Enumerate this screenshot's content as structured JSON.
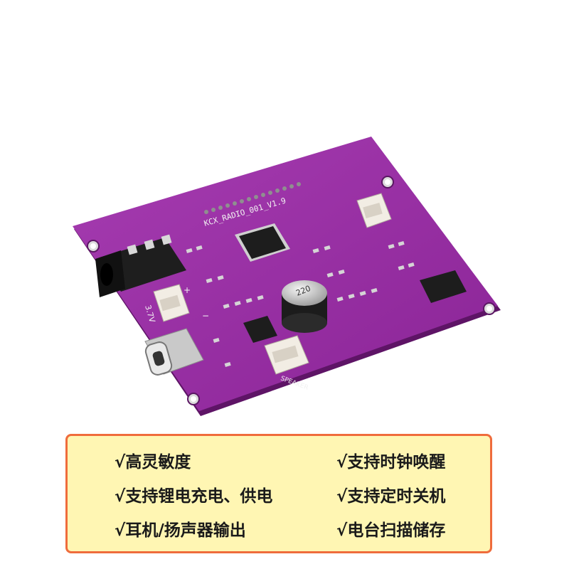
{
  "board": {
    "silkscreen_name": "KCX_RADIO_001_V1.9",
    "label_battery": "3.7V",
    "label_speaker": "SPEAKER",
    "label_plus": "+",
    "label_minus": "−",
    "cap_value": "220",
    "colors": {
      "pcb": "#9b2fa6",
      "pcb_edge": "#6c1775",
      "pad": "#d9d9d9"
    }
  },
  "features": [
    {
      "text": "√高灵敏度"
    },
    {
      "text": "√支持时钟唤醒"
    },
    {
      "text": "√支持锂电充电、供电"
    },
    {
      "text": "√支持定时关机"
    },
    {
      "text": "√耳机/扬声器输出"
    },
    {
      "text": "√电台扫描储存"
    }
  ],
  "colors": {
    "panel_bg": "#fff6b3",
    "panel_border": "#ef6c3c"
  }
}
